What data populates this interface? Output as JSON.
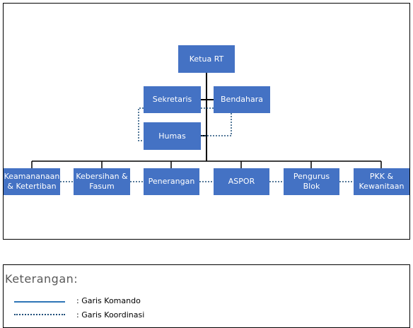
{
  "chart": {
    "nodes": {
      "ketua": "Ketua RT",
      "sekretaris": "Sekretaris",
      "bendahara": "Bendahara",
      "humas": "Humas",
      "keamanan": "Keamananaan & Ketertiban",
      "kebersihan": "Kebersihan & Fasum",
      "penerangan": "Penerangan",
      "aspor": "ASPOR",
      "pengurus": "Pengurus Blok",
      "pkk": "PKK & Kewanitaan"
    }
  },
  "legend": {
    "title": "Keterangan:",
    "komando": ": Garis Komando",
    "koordinasi": ": Garis Koordinasi"
  },
  "colors": {
    "box": "#4472c4",
    "solid_line": "#000000",
    "dotted_line": "#1f4e79",
    "legend_solid": "#2e75b6"
  }
}
